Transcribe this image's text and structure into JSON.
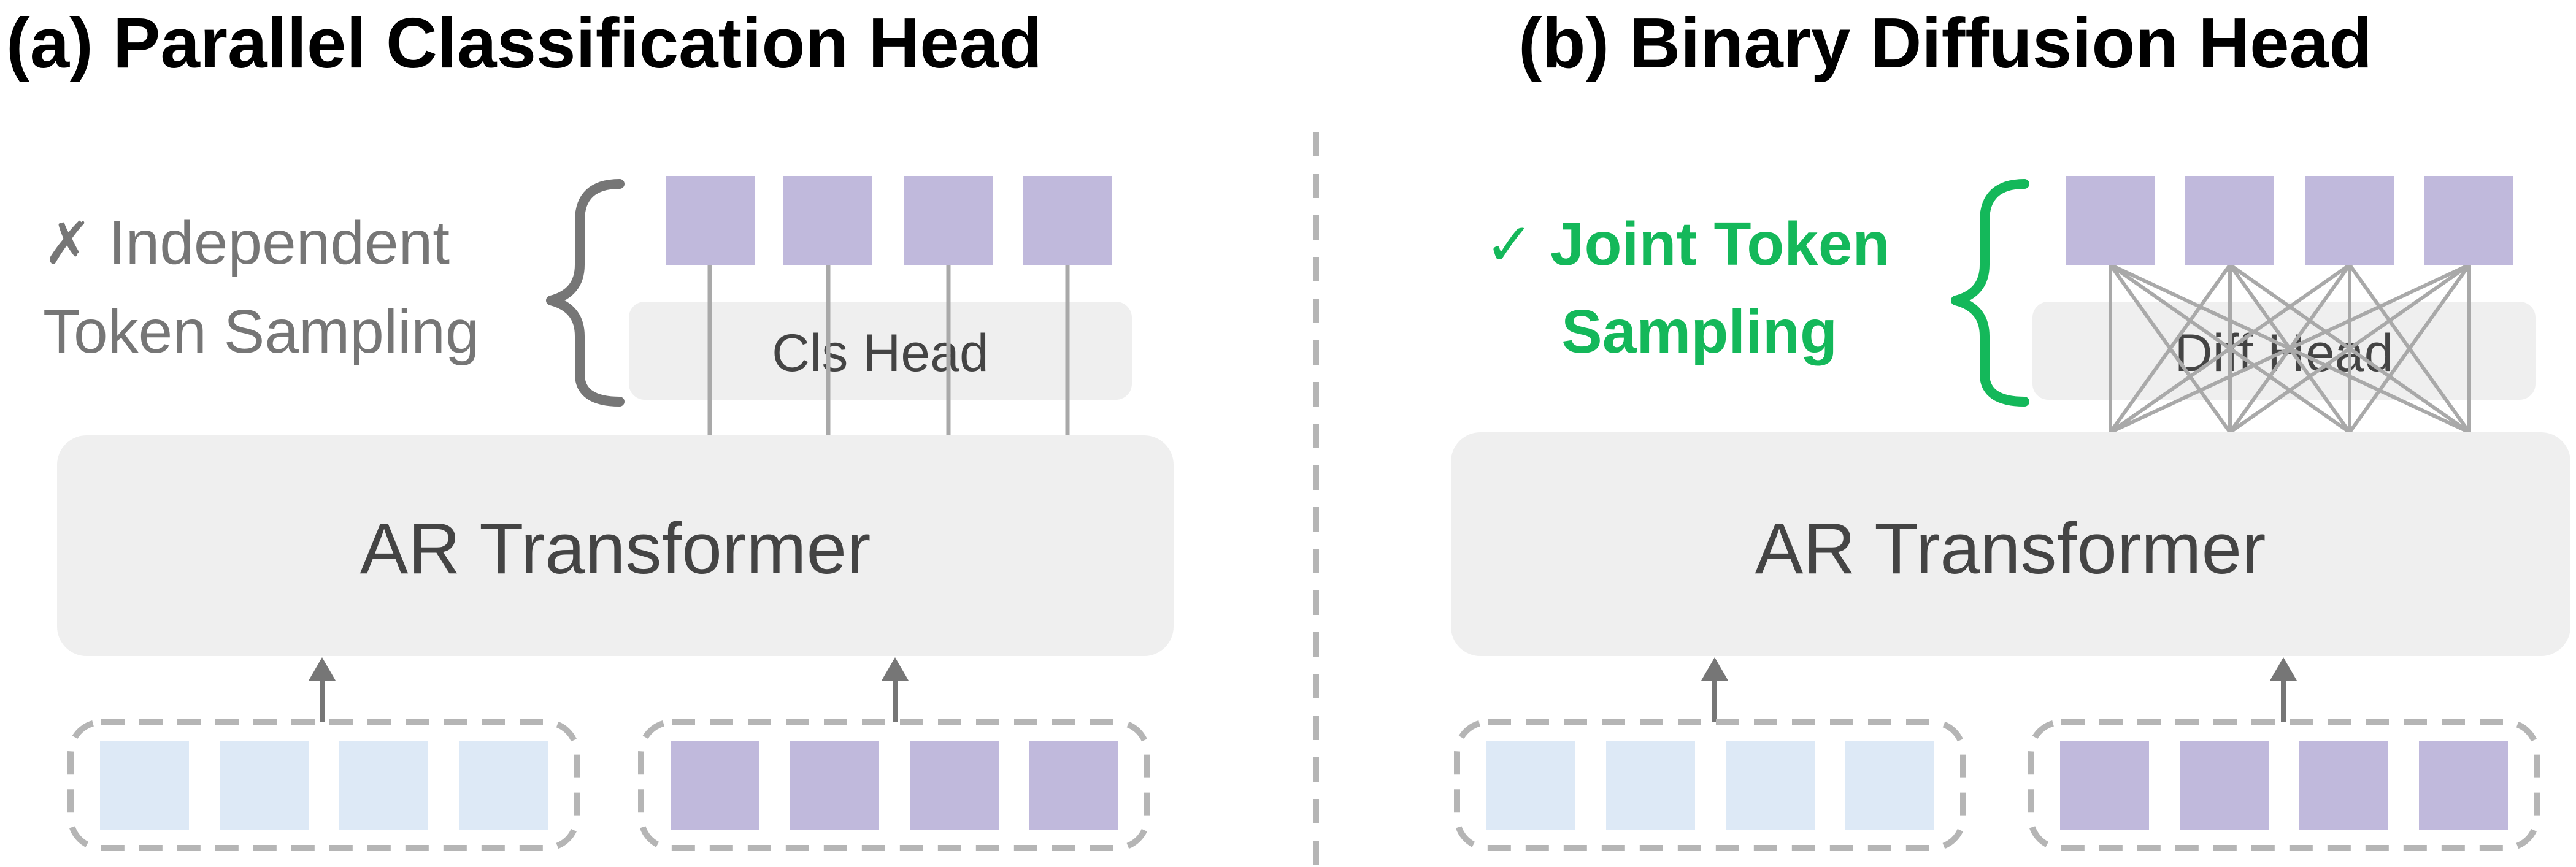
{
  "panels": [
    {
      "title": "(a) Parallel Classification Head",
      "note_mark": "✗",
      "note_lines": [
        "Independent",
        "Token Sampling"
      ],
      "head_label": "Cls Head",
      "transformer_label": "AR Transformer",
      "connection": "parallel"
    },
    {
      "title": "(b) Binary Diffusion Head",
      "note_mark": "✓",
      "note_lines": [
        "Joint Token",
        "Sampling"
      ],
      "head_label": "Diff Head",
      "transformer_label": "AR Transformer",
      "connection": "fully-connected"
    }
  ],
  "colors": {
    "token_output": "#c0b9dc",
    "token_input_light": "#dde9f6",
    "token_input_dark": "#c0b9dc",
    "block_fill": "#efefef",
    "line": "#a9a9a9",
    "dashed_border": "#b5b5b5",
    "good": "#14b85a",
    "bad": "#767676"
  }
}
